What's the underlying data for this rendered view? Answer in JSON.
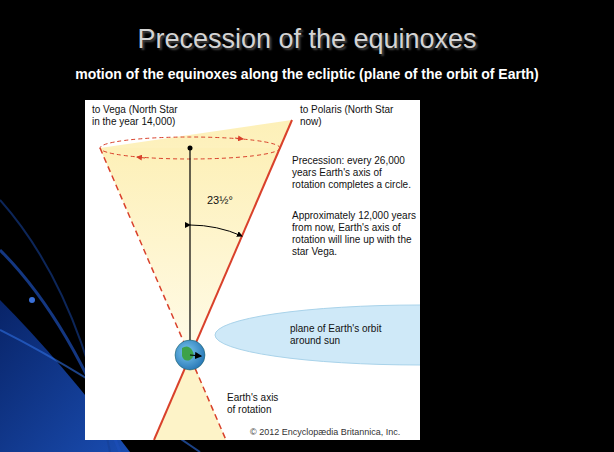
{
  "diagram": {
    "title": "Precession of the equinoxes",
    "nodes": [
      {
        "text": [
          "plane of Earth's orbit around sun"
        ]
      }
    ],
    "labels": [
      "motion of the equinoxes along the ecliptic (plane of the orbit of Earth)",
      "to Vega (North Star in the year 14,000)",
      "to Polaris (North Star now)",
      "Precession: every 26,000 years Earth's axis of rotation completes a circle.",
      "23½°",
      "Approximately 12,000 years from now, Earth's axis of rotation will line up with the star Vega.",
      "Earth's axis of rotation",
      "© 2012 Encyclopædia Britannica, Inc."
    ]
  }
}
